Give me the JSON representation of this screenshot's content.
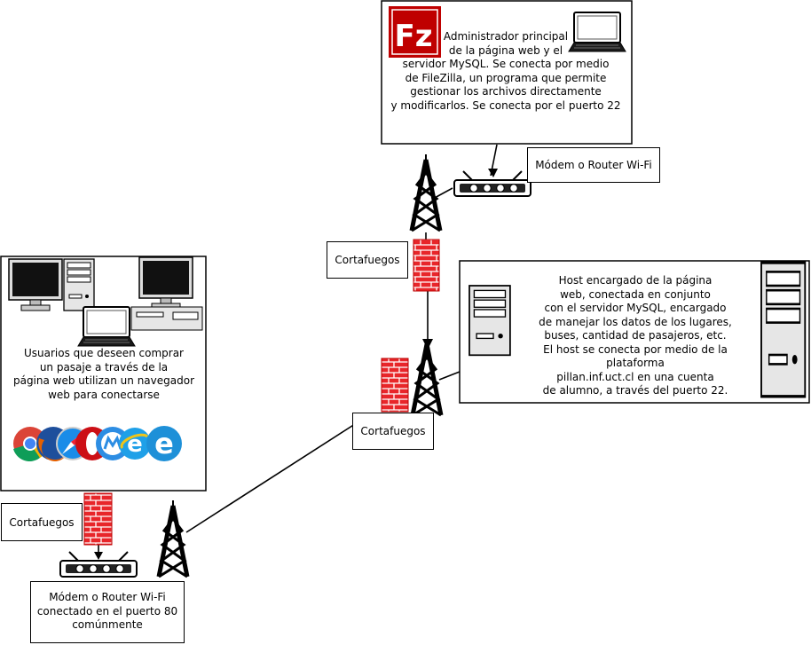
{
  "admin": {
    "text": "Administrador principal\nde la página web y el\nservidor MySQL. Se conecta por medio\nde FileZilla, un programa que permite\ngestionar los archivos directamente\ny modificarlos. Se conecta por el puerto 22",
    "logo_icon": "filezilla-logo-icon",
    "logo_color": "#bf0000"
  },
  "host": {
    "text": "Host encargado de la página\nweb, conectada en conjunto\ncon el servidor MySQL, encargado\nde manejar los datos de los lugares,\nbuses, cantidad de pasajeros, etc.\nEl host se conecta por medio de la plataforma\npillan.inf.uct.cl en una cuenta\nde alumno, a través del puerto 22."
  },
  "users": {
    "text": "Usuarios que deseen comprar\nun pasaje a través de la\npágina web utilizan un navegador\nweb para conectarse",
    "browsers": [
      "chrome-icon",
      "firefox-icon",
      "safari-icon",
      "opera-icon",
      "maxthon-icon",
      "ie-icon",
      "edge-icon"
    ]
  },
  "labels": {
    "router_top": "Módem o Router Wi-Fi",
    "router_bottom": "Módem o Router Wi-Fi\nconectado en el puerto 80\ncomúnmente",
    "firewall_top": "Cortafuegos",
    "firewall_middle": "Cortafuegos",
    "firewall_left": "Cortafuegos"
  },
  "colors": {
    "firewall": "#e8262a",
    "line": "#000000"
  }
}
